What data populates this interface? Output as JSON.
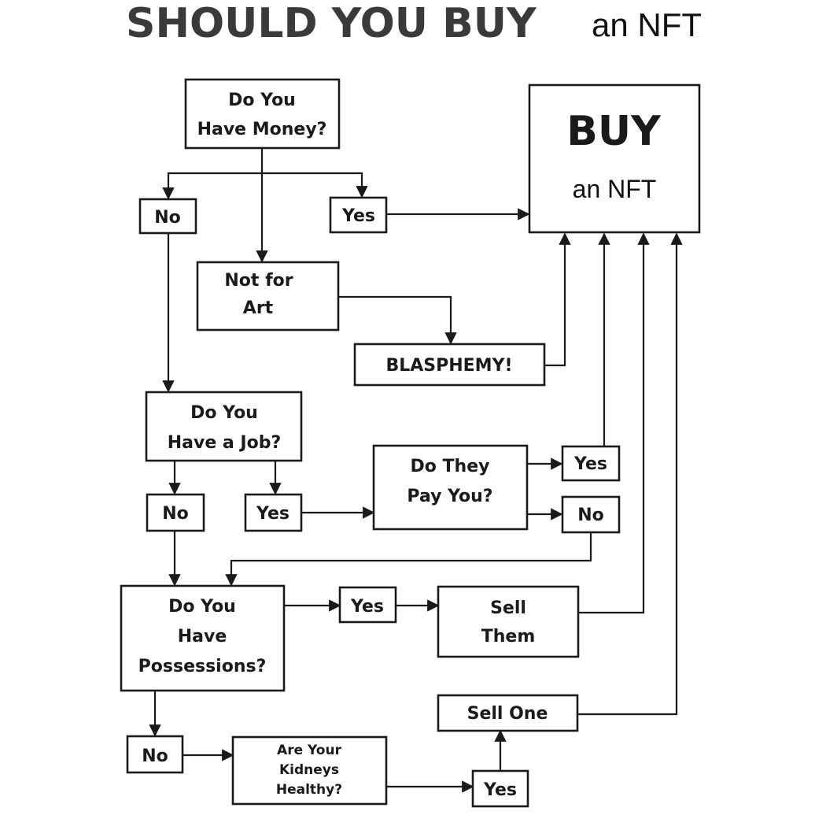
{
  "title": {
    "main": "SHOULD YOU BUY",
    "sub": "an NFT"
  },
  "nodes": {
    "have_money": [
      "Do You",
      "Have Money?"
    ],
    "buy": "BUY",
    "buy_sub": "an NFT",
    "no_money": "No",
    "yes_money": "Yes",
    "not_for_art": [
      "Not for",
      "Art"
    ],
    "blasphemy": "BLASPHEMY!",
    "have_job": [
      "Do You",
      "Have a Job?"
    ],
    "no_job": "No",
    "yes_job": "Yes",
    "pay_you": [
      "Do They",
      "Pay You?"
    ],
    "yes_pay": "Yes",
    "no_pay": "No",
    "possessions": [
      "Do You",
      "Have",
      "Possessions?"
    ],
    "yes_possessions": "Yes",
    "sell_them": [
      "Sell",
      "Them"
    ],
    "no_possessions": "No",
    "kidneys": [
      "Are Your",
      "Kidneys",
      "Healthy?"
    ],
    "sell_one": "Sell One",
    "yes_kidneys": "Yes"
  }
}
